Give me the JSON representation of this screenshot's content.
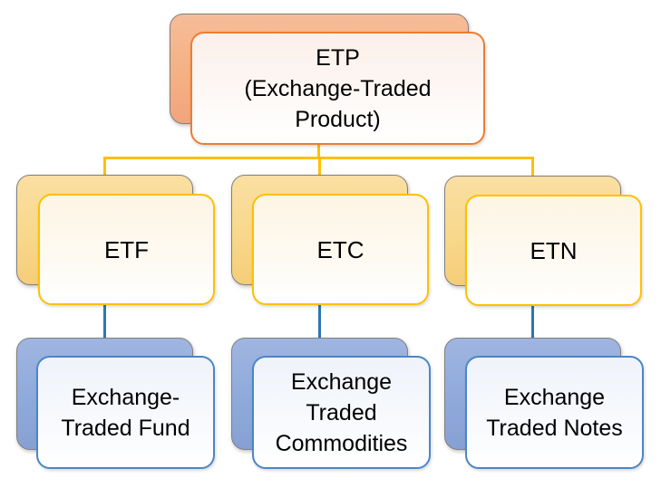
{
  "diagram": {
    "type": "hierarchy",
    "root": {
      "id": "etp",
      "label": "ETP\n(Exchange-Traded\nProduct)"
    },
    "children": [
      {
        "id": "etf",
        "abbr_label": "ETF",
        "full_label": "Exchange-\nTraded Fund"
      },
      {
        "id": "etc",
        "abbr_label": "ETC",
        "full_label": "Exchange\nTraded\nCommodities"
      },
      {
        "id": "etn",
        "abbr_label": "ETN",
        "full_label": "Exchange\nTraded Notes"
      }
    ]
  },
  "colors": {
    "orange_fill": "#F4B183",
    "orange_border": "#ED7D31",
    "gold_fill": "#F8D88C",
    "gold_border": "#FFC000",
    "blue_fill": "#8EAADB",
    "blue_border": "#4A86C8",
    "connector_gold": "#FFC000",
    "connector_blue": "#2E75B6",
    "back_edge": "#7F7F7F",
    "text": "#000000"
  }
}
